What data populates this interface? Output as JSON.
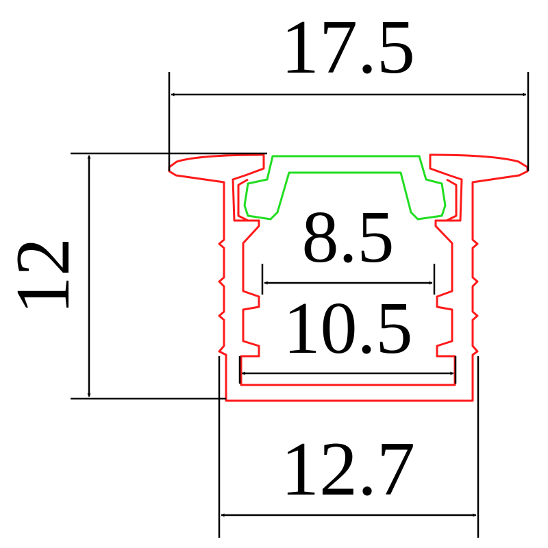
{
  "colors": {
    "profile": "#ff1a1a",
    "diffuser": "#22dd22",
    "dimension": "#000000",
    "background": "#ffffff"
  },
  "dimensions": {
    "top_width": "17.5",
    "height": "12",
    "inner_top_width": "8.5",
    "inner_width": "10.5",
    "bottom_width": "12.7"
  }
}
